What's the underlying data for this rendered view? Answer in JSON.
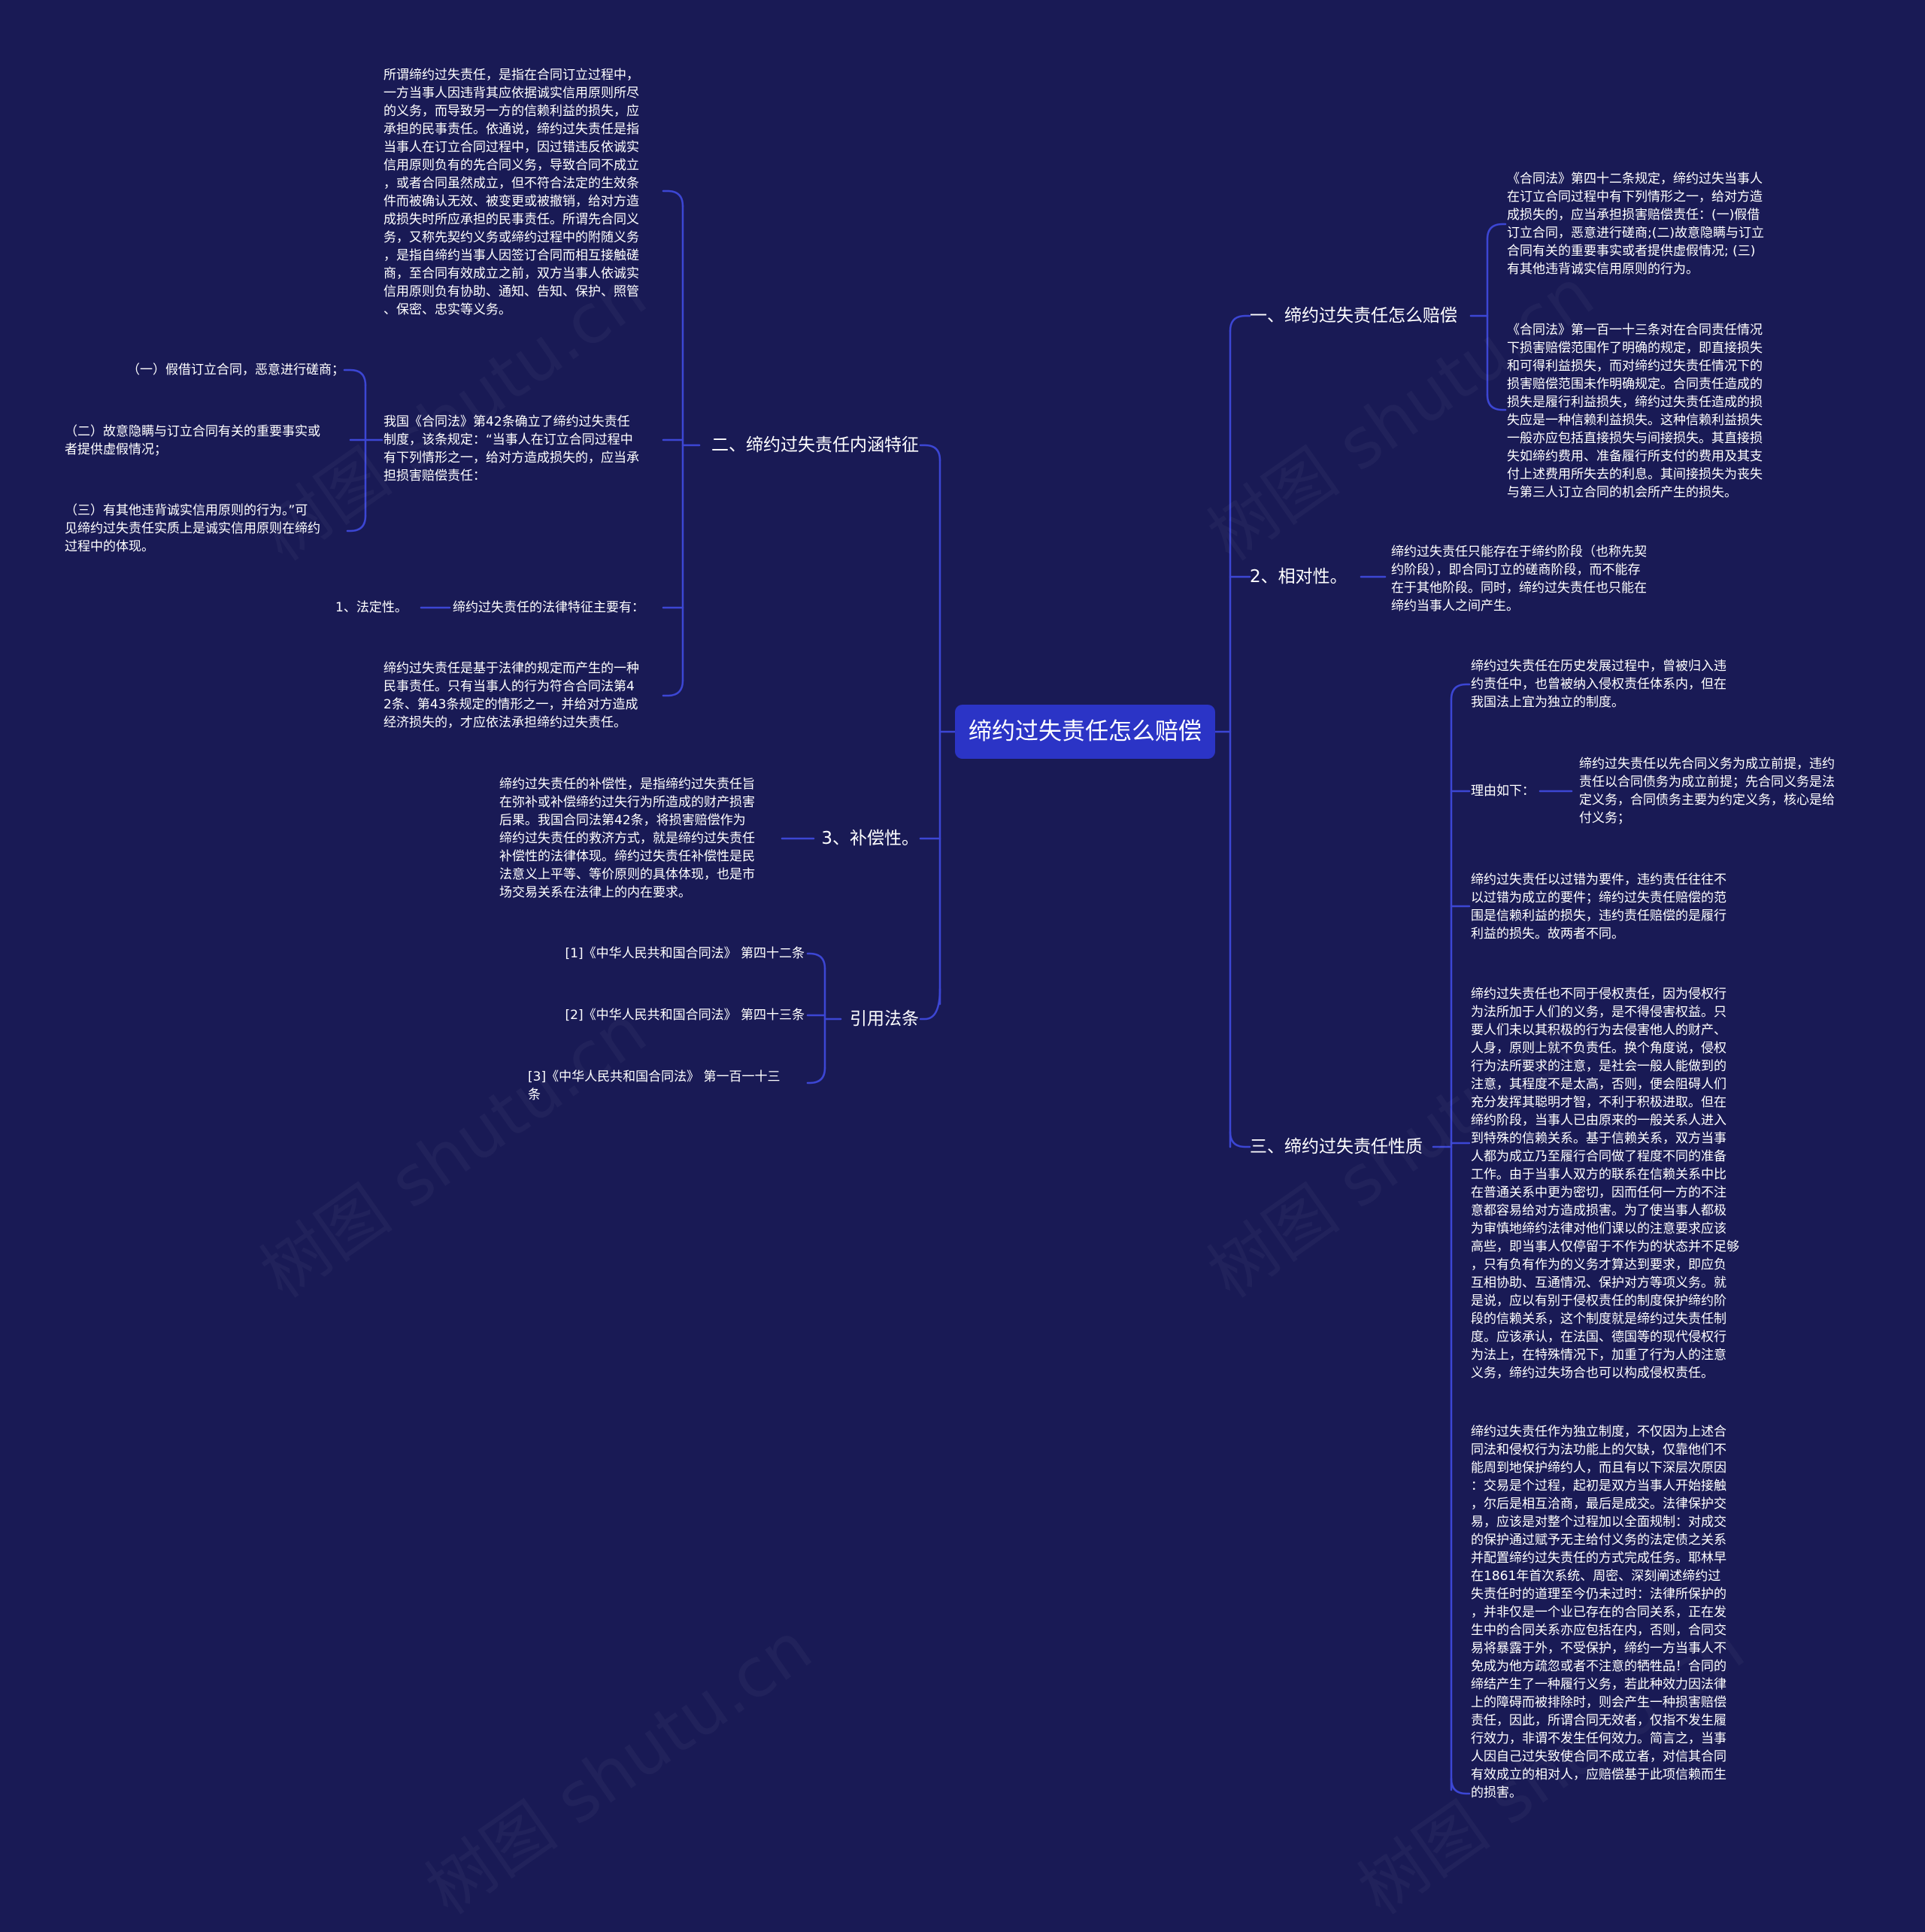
{
  "root": "缔约过失责任怎么赔偿",
  "watermark": "树图 shutu.cn",
  "colors": {
    "background": "#191a55",
    "root_fill": "#2b34c6",
    "line": "#3c46d4",
    "text": "#ffffff"
  },
  "right": {
    "b1": {
      "label": "一、缔约过失责任怎么赔偿",
      "p1": "《合同法》第四十二条规定，缔约过失当事人\n在订立合同过程中有下列情形之一，给对方造\n成损失的，应当承担损害赔偿责任：(一)假借\n订立合同，恶意进行磋商;(二)故意隐瞒与订立\n合同有关的重要事实或者提供虚假情况; (三)\n有其他违背诚实信用原则的行为。",
      "p2": "《合同法》第一百一十三条对在合同责任情况\n下损害赔偿范围作了明确的规定，即直接损失\n和可得利益损失，而对缔约过失责任情况下的\n损害赔偿范围未作明确规定。合同责任造成的\n损失是履行利益损失，缔约过失责任造成的损\n失应是一种信赖利益损失。这种信赖利益损失\n一般亦应包括直接损失与间接损失。其直接损\n失如缔约费用、准备履行所支付的费用及其支\n付上述费用所失去的利息。其间接损失为丧失\n与第三人订立合同的机会所产生的损失。"
    },
    "b2": {
      "label": "2、相对性。",
      "p1": "缔约过失责任只能存在于缔约阶段（也称先契\n约阶段），即合同订立的磋商阶段，而不能存\n在于其他阶段。同时，缔约过失责任也只能在\n缔约当事人之间产生。"
    },
    "b3": {
      "label": "三、缔约过失责任性质",
      "p1": "缔约过失责任在历史发展过程中，曾被归入违\n约责任中，也曾被纳入侵权责任体系内，但在\n我国法上宜为独立的制度。",
      "reason_label": "理由如下：",
      "reason": "缔约过失责任以先合同义务为成立前提，违约\n责任以合同债务为成立前提；先合同义务是法\n定义务，合同债务主要为约定义务，核心是给\n付义务；",
      "p2": "缔约过失责任以过错为要件，违约责任往往不\n以过错为成立的要件；缔约过失责任赔偿的范\n围是信赖利益的损失，违约责任赔偿的是履行\n利益的损失。故两者不同。",
      "p3": "缔约过失责任也不同于侵权责任，因为侵权行\n为法所加于人们的义务，是不得侵害权益。只\n要人们未以其积极的行为去侵害他人的财产、\n人身，原则上就不负责任。换个角度说，侵权\n行为法所要求的注意，是社会一般人能做到的\n注意，其程度不是太高，否则，便会阻碍人们\n充分发挥其聪明才智，不利于积极进取。但在\n缔约阶段，当事人已由原来的一般关系人进入\n到特殊的信赖关系。基于信赖关系，双方当事\n人都为成立乃至履行合同做了程度不同的准备\n工作。由于当事人双方的联系在信赖关系中比\n在普通关系中更为密切，因而任何一方的不注\n意都容易给对方造成损害。为了使当事人都极\n为审慎地缔约法律对他们课以的注意要求应该\n高些，即当事人仅停留于不作为的状态并不足够\n，只有负有作为的义务才算达到要求，即应负\n互相协助、互通情况、保护对方等项义务。就\n是说，应以有别于侵权责任的制度保护缔约阶\n段的信赖关系，这个制度就是缔约过失责任制\n度。应该承认，在法国、德国等的现代侵权行\n为法上，在特殊情况下，加重了行为人的注意\n义务，缔约过失场合也可以构成侵权责任。",
      "p4": "缔约过失责任作为独立制度，不仅因为上述合\n同法和侵权行为法功能上的欠缺，仅靠他们不\n能周到地保护缔约人，而且有以下深层次原因\n：交易是个过程，起初是双方当事人开始接触\n，尔后是相互洽商，最后是成交。法律保护交\n易，应该是对整个过程加以全面规制：对成交\n的保护通过赋予无主给付义务的法定债之关系\n并配置缔约过失责任的方式完成任务。耶林早\n在1861年首次系统、周密、深刻阐述缔约过\n失责任时的道理至今仍未过时：法律所保护的\n，并非仅是一个业已存在的合同关系，正在发\n生中的合同关系亦应包括在内，否则，合同交\n易将暴露于外，不受保护，缔约一方当事人不\n免成为他方疏忽或者不注意的牺牲品！合同的\n缔结产生了一种履行义务，若此种效力因法律\n上的障碍而被排除时，则会产生一种损害赔偿\n责任，因此，所谓合同无效者，仅指不发生履\n行效力，非谓不发生任何效力。简言之，当事\n人因自己过失致使合同不成立者，对信其合同\n有效成立的相对人，应赔偿基于此项信赖而生\n的损害。"
    }
  },
  "left": {
    "a1": {
      "label": "二、缔约过失责任内涵特征",
      "p1": "所谓缔约过失责任，是指在合同订立过程中，\n一方当事人因违背其应依据诚实信用原则所尽\n的义务，而导致另一方的信赖利益的损失，应\n承担的民事责任。依通说，缔约过失责任是指\n当事人在订立合同过程中，因过错违反依诚实\n信用原则负有的先合同义务，导致合同不成立\n，或者合同虽然成立，但不符合法定的生效条\n件而被确认无效、被变更或被撤销，给对方造\n成损失时所应承担的民事责任。所谓先合同义\n务，又称先契约义务或缔约过程中的附随义务\n，是指自缔约当事人因签订合同而相互接触磋\n商，至合同有效成立之前，双方当事人依诚实\n信用原则负有协助、通知、告知、保护、照管\n、保密、忠实等义务。",
      "p2": "我国《合同法》第42条确立了缔约过失责任\n制度，该条规定：“当事人在订立合同过程中\n有下列情形之一，给对方造成损失的，应当承\n担损害赔偿责任：",
      "s1": "（一）假借订立合同，恶意进行磋商；",
      "s2": "（二）故意隐瞒与订立合同有关的重要事实或\n者提供虚假情况；",
      "s3": "（三）有其他违背诚实信用原则的行为。”可\n见缔约过失责任实质上是诚实信用原则在缔约\n过程中的体现。",
      "p3": "缔约过失责任的法律特征主要有：",
      "p3_child": "1、法定性。",
      "p4": "缔约过失责任是基于法律的规定而产生的一种\n民事责任。只有当事人的行为符合合同法第4\n2条、第43条规定的情形之一，并给对方造成\n经济损失的，才应依法承担缔约过失责任。"
    },
    "a2": {
      "label": "3、补偿性。",
      "p1": "缔约过失责任的补偿性，是指缔约过失责任旨\n在弥补或补偿缔约过失行为所造成的财产损害\n后果。我国合同法第42条，将损害赔偿作为\n缔约过失责任的救济方式，就是缔约过失责任\n补偿性的法律体现。缔约过失责任补偿性是民\n法意义上平等、等价原则的具体体现，也是市\n场交易关系在法律上的内在要求。"
    },
    "a3": {
      "label": "引用法条",
      "r1": "[1]《中华人民共和国合同法》 第四十二条",
      "r2": "[2]《中华人民共和国合同法》 第四十三条",
      "r3": "[3]《中华人民共和国合同法》 第一百一十三\n条"
    }
  }
}
